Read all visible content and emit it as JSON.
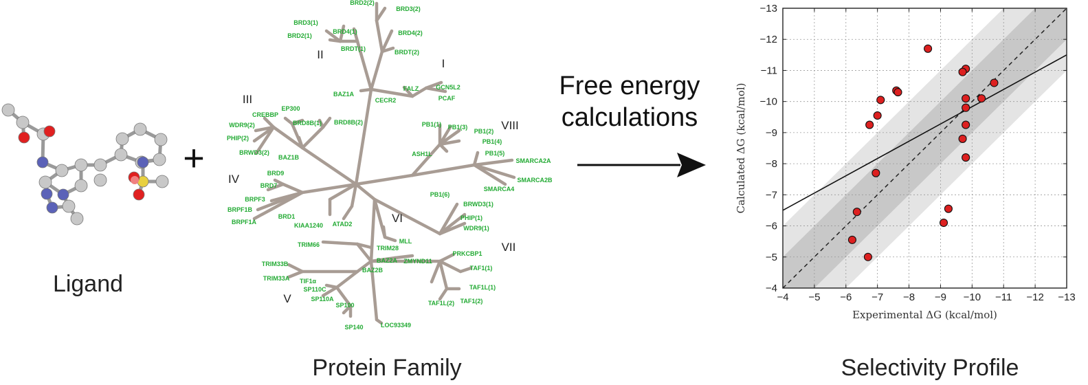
{
  "ligand": {
    "caption": "Ligand",
    "atoms": [
      {
        "e": "C"
      },
      {
        "e": "C"
      },
      {
        "e": "O"
      },
      {
        "e": "C"
      },
      {
        "e": "O"
      },
      {
        "e": "N"
      },
      {
        "e": "C"
      },
      {
        "e": "C"
      },
      {
        "e": "C"
      },
      {
        "e": "N"
      },
      {
        "e": "C"
      },
      {
        "e": "N"
      },
      {
        "e": "N"
      },
      {
        "e": "C"
      },
      {
        "e": "C"
      },
      {
        "e": "C"
      },
      {
        "e": "C"
      },
      {
        "e": "C"
      },
      {
        "e": "C"
      },
      {
        "e": "C"
      },
      {
        "e": "C"
      },
      {
        "e": "C"
      },
      {
        "e": "N"
      },
      {
        "e": "S"
      },
      {
        "e": "O"
      },
      {
        "e": "O"
      },
      {
        "e": "C"
      },
      {
        "e": "C"
      },
      {
        "e": "C"
      },
      {
        "e": "N"
      },
      {
        "e": "C"
      }
    ],
    "element_colors": {
      "C": "#c8c8c8",
      "O": "#e02020",
      "N": "#5b62b8",
      "S": "#e8d040"
    }
  },
  "plus": "+",
  "tree": {
    "caption": "Protein Family",
    "branch_color": "#a89c94",
    "label_color": "#22aa33",
    "group_labels": [
      "I",
      "II",
      "III",
      "IV",
      "V",
      "VI",
      "VII",
      "VIII"
    ],
    "proteins": [
      "BRD2(2)",
      "BRD3(2)",
      "BRD4(2)",
      "BRDT(2)",
      "BRD3(1)",
      "BRD2(1)",
      "BRD4(1)",
      "BRDT(1)",
      "FALZ",
      "GCN5L2",
      "PCAF",
      "CECR2",
      "BAZ1A",
      "CREBBP",
      "EP300",
      "WDR9(2)",
      "PHIP(2)",
      "BRWD3(2)",
      "BAZ1B",
      "BRD8B(1)",
      "BRD8B(2)",
      "PB1(1)",
      "PB1(3)",
      "PB1(2)",
      "PB1(4)",
      "PB1(5)",
      "ASH1L",
      "SMARCA2A",
      "SMARCA2B",
      "SMARCA4",
      "BRD9",
      "BRD7",
      "BRPF3",
      "BRPF1B",
      "BRPF1A",
      "BRD1",
      "KIAA1240",
      "ATAD2",
      "PB1(6)",
      "BRWD3(1)",
      "PHIP(1)",
      "WDR9(1)",
      "TRIM66",
      "TRIM28",
      "MLL",
      "TRIM33B",
      "TRIM33A",
      "TIF1α",
      "SP110C",
      "SP110A",
      "SP100",
      "SP140",
      "BAZ2A",
      "BAZ2B",
      "ZMYND11",
      "PRKCBP1",
      "TAF1(1)",
      "TAF1L(1)",
      "TAF1(2)",
      "TAF1L(2)",
      "LOC93349"
    ]
  },
  "arrow_label": [
    "Free energy",
    "calculations"
  ],
  "plot": {
    "caption": "Selectivity Profile"
  },
  "chart_data": {
    "type": "scatter",
    "title": "",
    "xlabel": "Experimental ΔG (kcal/mol)",
    "ylabel": "Calculated ΔG (kcal/mol)",
    "xlim": [
      -4,
      -13
    ],
    "ylim": [
      -4,
      -13
    ],
    "xticks": [
      -4,
      -5,
      -6,
      -7,
      -8,
      -9,
      -10,
      -11,
      -12,
      -13
    ],
    "yticks": [
      -4,
      -5,
      -6,
      -7,
      -8,
      -9,
      -10,
      -11,
      -12,
      -13
    ],
    "grid": true,
    "point_color": "#dd2020",
    "points": [
      {
        "x": -8.6,
        "y": -11.7
      },
      {
        "x": -9.8,
        "y": -11.05
      },
      {
        "x": -9.7,
        "y": -10.95
      },
      {
        "x": -10.7,
        "y": -10.6
      },
      {
        "x": -7.6,
        "y": -10.35
      },
      {
        "x": -7.65,
        "y": -10.3
      },
      {
        "x": -7.1,
        "y": -10.05
      },
      {
        "x": -9.8,
        "y": -10.1
      },
      {
        "x": -10.3,
        "y": -10.1
      },
      {
        "x": -9.8,
        "y": -9.8
      },
      {
        "x": -7.0,
        "y": -9.55
      },
      {
        "x": -6.75,
        "y": -9.25
      },
      {
        "x": -9.8,
        "y": -9.25
      },
      {
        "x": -9.7,
        "y": -8.8
      },
      {
        "x": -9.8,
        "y": -8.2
      },
      {
        "x": -6.95,
        "y": -7.7
      },
      {
        "x": -9.25,
        "y": -6.55
      },
      {
        "x": -6.35,
        "y": -6.45
      },
      {
        "x": -9.1,
        "y": -6.1
      },
      {
        "x": -6.2,
        "y": -5.55
      },
      {
        "x": -6.7,
        "y": -5.0
      }
    ],
    "fit_line": [
      [
        -4,
        -6.5
      ],
      [
        -13,
        -11.5
      ]
    ],
    "diagonal": [
      [
        -4,
        -4
      ],
      [
        -13,
        -13
      ]
    ],
    "bands": [
      1,
      2
    ]
  }
}
